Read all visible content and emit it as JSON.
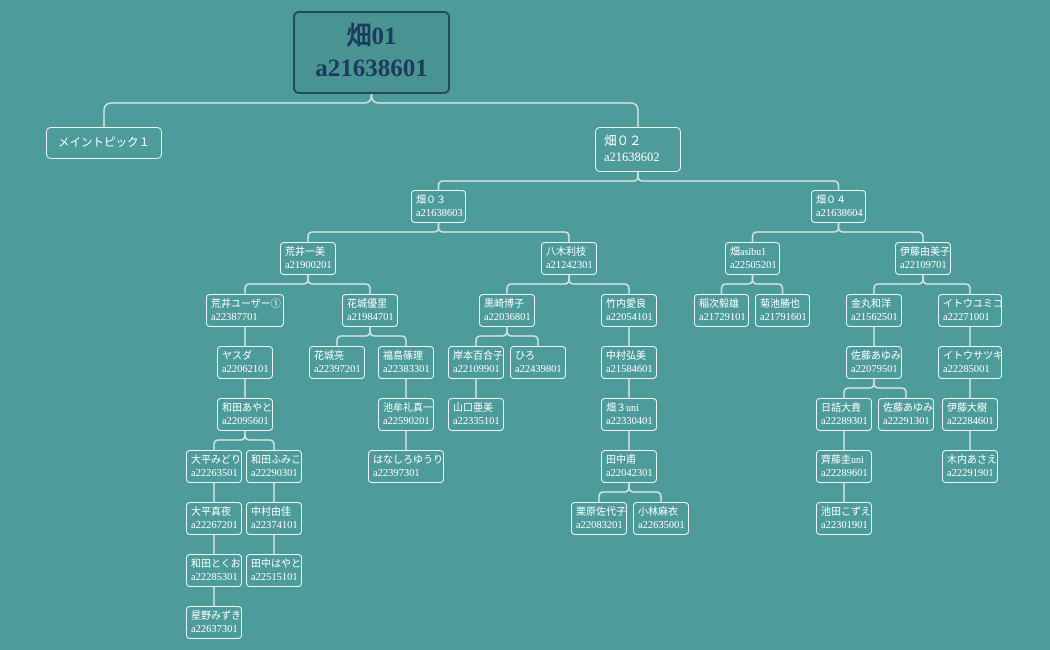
{
  "colors": {
    "background": "#4d9b9b",
    "line": "#d5e6e2",
    "node_border": "#eef6f4",
    "node_text": "#ffffff",
    "root_fill": "#4a9393",
    "root_border": "#1f4e5a",
    "root_text": "#1d3b5e"
  },
  "mindmap": {
    "root": {
      "name": "畑01",
      "code": "a21638601",
      "children": [
        {
          "name": "メイントピック１",
          "children": []
        },
        {
          "name": "畑０２",
          "code": "a21638602",
          "children": [
            {
              "name": "畑０３",
              "code": "a21638603",
              "children": [
                {
                  "name": "荒井一美",
                  "code": "a21900201",
                  "children": [
                    {
                      "name": "荒井ユーザー①",
                      "code": "a22387701",
                      "children": [
                        {
                          "name": "ヤスダ",
                          "code": "a22062101",
                          "children": [
                            {
                              "name": "和田あやと",
                              "code": "a22095601",
                              "children": [
                                {
                                  "name": "大平みどり",
                                  "code": "a22263501",
                                  "children": [
                                    {
                                      "name": "大平真夜",
                                      "code": "a22267201",
                                      "children": [
                                        {
                                          "name": "和田とくお",
                                          "code": "a22285301",
                                          "children": [
                                            {
                                              "name": "星野みずき",
                                              "code": "a22637301",
                                              "children": []
                                            }
                                          ]
                                        }
                                      ]
                                    }
                                  ]
                                },
                                {
                                  "name": "和田ふみこ",
                                  "code": "a22290301",
                                  "children": [
                                    {
                                      "name": "中村由佳",
                                      "code": "a22374101",
                                      "children": [
                                        {
                                          "name": "田中はやと",
                                          "code": "a22515101",
                                          "children": []
                                        }
                                      ]
                                    }
                                  ]
                                }
                              ]
                            }
                          ]
                        }
                      ]
                    },
                    {
                      "name": "花城優里",
                      "code": "a21984701",
                      "children": [
                        {
                          "name": "花城亮",
                          "code": "a22397201",
                          "children": []
                        },
                        {
                          "name": "福島篠理",
                          "code": "a22383301",
                          "children": [
                            {
                              "name": "池牟礼真一",
                              "code": "a22590201",
                              "children": [
                                {
                                  "name": "はなしろゆうり",
                                  "code": "a22397301",
                                  "children": []
                                }
                              ]
                            }
                          ]
                        }
                      ]
                    }
                  ]
                },
                {
                  "name": "八木利枝",
                  "code": "a21242301",
                  "children": [
                    {
                      "name": "黒崎博子",
                      "code": "a22036801",
                      "children": [
                        {
                          "name": "岸本百合子",
                          "code": "a22109901",
                          "children": [
                            {
                              "name": "山口亜美",
                              "code": "a22335101",
                              "children": []
                            }
                          ]
                        },
                        {
                          "name": "ひろ",
                          "code": "a22439801",
                          "children": []
                        }
                      ]
                    },
                    {
                      "name": "竹内愛良",
                      "code": "a22054101",
                      "children": [
                        {
                          "name": "中村弘美",
                          "code": "a21584601",
                          "children": [
                            {
                              "name": "畑３uni",
                              "code": "a22330401",
                              "children": [
                                {
                                  "name": "田中甫",
                                  "code": "a22042301",
                                  "children": [
                                    {
                                      "name": "栗原佐代子",
                                      "code": "a22083201",
                                      "children": []
                                    },
                                    {
                                      "name": "小林麻衣",
                                      "code": "a22635001",
                                      "children": []
                                    }
                                  ]
                                }
                              ]
                            }
                          ]
                        }
                      ]
                    }
                  ]
                }
              ]
            },
            {
              "name": "畑０４",
              "code": "a21638604",
              "children": [
                {
                  "name": "畑asibu1",
                  "code": "a22505201",
                  "children": [
                    {
                      "name": "稲次毅雄",
                      "code": "a21729101",
                      "children": []
                    },
                    {
                      "name": "菊池勝也",
                      "code": "a21791601",
                      "children": []
                    }
                  ]
                },
                {
                  "name": "伊藤由美子",
                  "code": "a22109701",
                  "children": [
                    {
                      "name": "金丸和洋",
                      "code": "a21562501",
                      "children": [
                        {
                          "name": "佐藤あゆみ",
                          "code": "a22079501",
                          "children": [
                            {
                              "name": "日詰大貴",
                              "code": "a22289301",
                              "children": [
                                {
                                  "name": "齊藤圭uni",
                                  "code": "a22289601",
                                  "children": [
                                    {
                                      "name": "池田こずえ",
                                      "code": "a22301901",
                                      "children": []
                                    }
                                  ]
                                }
                              ]
                            },
                            {
                              "name": "佐藤あゆみ",
                              "code": "a22291301",
                              "children": []
                            }
                          ]
                        }
                      ]
                    },
                    {
                      "name": "イトウユミコ",
                      "code": "a22271001",
                      "children": [
                        {
                          "name": "イトウサツキ",
                          "code": "a22285001",
                          "children": [
                            {
                              "name": "伊藤大樹",
                              "code": "a22284601",
                              "children": [
                                {
                                  "name": "木内あさえ",
                                  "code": "a22291901",
                                  "children": []
                                }
                              ]
                            }
                          ]
                        }
                      ]
                    }
                  ]
                }
              ]
            }
          ]
        }
      ]
    }
  }
}
